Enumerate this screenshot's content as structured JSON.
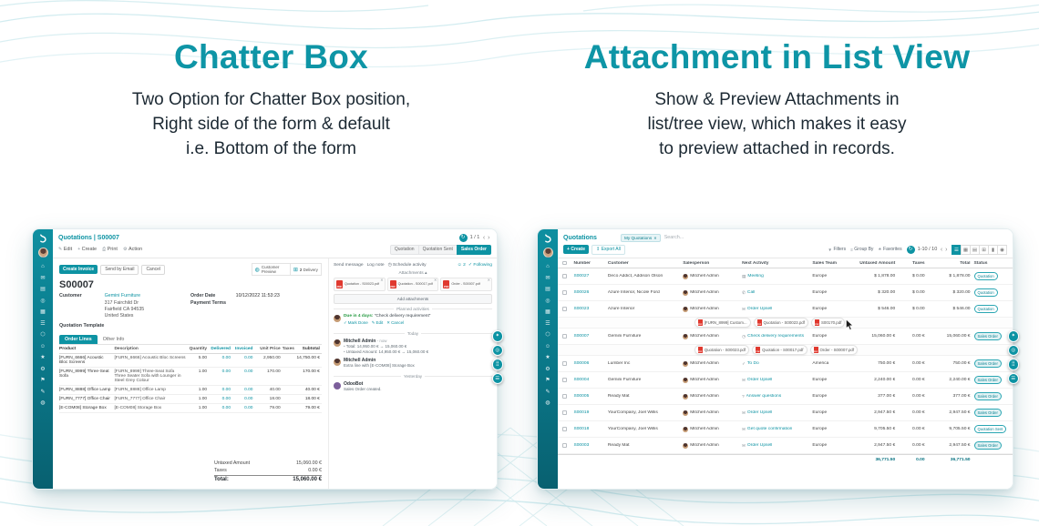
{
  "hero": {
    "left": {
      "title": "Chatter Box",
      "line1": "Two Option for Chatter Box position,",
      "line2": "Right side of the form & default",
      "line3": "i.e. Bottom of the form"
    },
    "right": {
      "title": "Attachment in List View",
      "line1": "Show & Preview Attachments in",
      "line2": "list/tree view, which makes it easy",
      "line3": "to preview attached in records."
    }
  },
  "colors": {
    "brand_teal": "#0e95a6",
    "sidebar_teal": "#0a7485",
    "pdf_red": "#e0392f"
  },
  "icons": {
    "refresh": "↻",
    "prev": "‹",
    "next": "›",
    "edit": "✎",
    "plus": "+",
    "print": "⎙",
    "gear": "⚙",
    "globe": "◍",
    "truck": "⊞",
    "clock": "◷",
    "check": "✓",
    "cross": "✕",
    "star": "★",
    "caret_up": "▴",
    "caret_down": "▾",
    "user": "☺",
    "pdf": "PDF",
    "close": "✕",
    "filter": "▼",
    "group": "≡",
    "export": "↥",
    "envelope": "✉"
  },
  "sidebar_icons": [
    {
      "name": "home-icon",
      "glyph": "⌂"
    },
    {
      "name": "discuss-icon",
      "glyph": "✉"
    },
    {
      "name": "calendar-icon",
      "glyph": "▤"
    },
    {
      "name": "crm-icon",
      "glyph": "◎"
    },
    {
      "name": "sales-icon",
      "glyph": "▦"
    },
    {
      "name": "dashboard-icon",
      "glyph": "☰"
    },
    {
      "name": "inventory-icon",
      "glyph": "⬡"
    },
    {
      "name": "contacts-icon",
      "glyph": "☺"
    },
    {
      "name": "favorites-icon",
      "glyph": "★"
    },
    {
      "name": "settings-icon",
      "glyph": "⚙"
    },
    {
      "name": "project-icon",
      "glyph": "⚑"
    },
    {
      "name": "notes-icon",
      "glyph": "✎"
    },
    {
      "name": "website-icon",
      "glyph": "◍"
    }
  ],
  "floating_buttons": [
    {
      "name": "bookmark-icon",
      "glyph": "✦"
    },
    {
      "name": "search-icon",
      "glyph": "◎"
    },
    {
      "name": "apps-icon",
      "glyph": "⣿"
    },
    {
      "name": "menu-icon",
      "glyph": "☰"
    }
  ],
  "form_app": {
    "breadcrumb": "Quotations | S00007",
    "pager": "1 / 1",
    "toolbar": {
      "edit": "Edit",
      "create": "Create",
      "print": "Print",
      "action": "Action"
    },
    "statusbar": {
      "s1": "Quotation",
      "s2": "Quotation Sent",
      "s3": "Sales Order"
    },
    "actions": {
      "create_invoice": "Create Invoice",
      "send_email": "Send by Email",
      "cancel": "Cancel"
    },
    "smart": {
      "preview": "Customer Preview",
      "delivery_count": "2",
      "delivery": "Delivery"
    },
    "record": {
      "name": "S00007",
      "customer_label": "Customer",
      "customer": "Gemini Furniture",
      "address": [
        "317 Fairchild Dr",
        "Fairfield CA 94535",
        "United States"
      ],
      "order_date_label": "Order Date",
      "order_date": "10/12/2022 11:53:23",
      "payment_terms_label": "Payment Terms",
      "template_label": "Quotation Template"
    },
    "tabs": {
      "t1": "Order Lines",
      "t2": "Other Info"
    },
    "grid": {
      "headers": [
        "Product",
        "Description",
        "Quantity",
        "Delivered",
        "Invoiced",
        "Unit Price",
        "Taxes",
        "Subtotal"
      ],
      "rows": [
        {
          "product": "[FURN_6666] Acoustic Bloc Screens",
          "desc": "[FURN_6666] Acoustic Bloc Screens",
          "qty": "5.00",
          "delivered": "0.00",
          "invoiced": "0.00",
          "price": "2,950.00",
          "taxes": "",
          "subtotal": "14,750.00 €"
        },
        {
          "product": "[FURN_8999] Three-Seat Sofa",
          "desc": "[FURN_8999] Three-Seat Sofa Three Seater Sofa with Lounger in Steel Grey Colour",
          "qty": "1.00",
          "delivered": "0.00",
          "invoiced": "0.00",
          "price": "170.00",
          "taxes": "",
          "subtotal": "170.00 €"
        },
        {
          "product": "[FURN_8888] Office Lamp",
          "desc": "[FURN_8888] Office Lamp",
          "qty": "1.00",
          "delivered": "0.00",
          "invoiced": "0.00",
          "price": "40.00",
          "taxes": "",
          "subtotal": "40.00 €"
        },
        {
          "product": "[FURN_7777] Office Chair",
          "desc": "[FURN_7777] Office Chair",
          "qty": "1.00",
          "delivered": "0.00",
          "invoiced": "0.00",
          "price": "18.00",
          "taxes": "",
          "subtotal": "18.00 €"
        },
        {
          "product": "[E-COM08] Storage Box",
          "desc": "[E-COM08] Storage Box",
          "qty": "1.00",
          "delivered": "0.00",
          "invoiced": "0.00",
          "price": "79.00",
          "taxes": "",
          "subtotal": "79.00 €"
        }
      ]
    },
    "totals": {
      "untaxed_label": "Untaxed Amount",
      "untaxed": "15,060.00 €",
      "taxes_label": "Taxes",
      "taxes": "0.00 €",
      "total_label": "Total:",
      "total": "15,060.00 €"
    },
    "chatter": {
      "send_message": "Send message",
      "log_note": "Log note",
      "schedule": "Schedule activity",
      "follower_count": "2",
      "following": "Following",
      "attachments_label": "Attachments",
      "attachments": [
        "Quotation - S00023.pdf",
        "Quotation - S00017.pdf",
        "Order - S00007.pdf"
      ],
      "add_attachments": "Add attachments",
      "planned_label": "Planned activities",
      "activity_due": "Due in 4 days:",
      "activity_name": "“Check delivery requirement”",
      "activity_actions": {
        "done": "Mark Done",
        "edit": "Edit",
        "cancel": "Cancel"
      },
      "today": "Today",
      "yesterday": "Yesterday",
      "msg1": {
        "author": "Mitchell Admin",
        "time": "- now",
        "line1": "Total: 14,950.00 € → 15,060.00 €",
        "line2": "Untaxed Amount: 14,950.00 € → 15,060.00 €"
      },
      "msg2": {
        "author": "Mitchell Admin",
        "time": "",
        "line1": "Extra line with [E-COM08] Storage Box"
      },
      "msg3": {
        "author": "OdooBot",
        "time": "",
        "line1": "Sales Order created."
      }
    }
  },
  "list_app": {
    "breadcrumb": "Quotations",
    "search": {
      "facet": "My Quotations",
      "placeholder": "Search..."
    },
    "buttons": {
      "create": "Create",
      "export": "Export All"
    },
    "controls": {
      "filters": "Filters",
      "group_by": "Group By",
      "favorites": "Favorites"
    },
    "pager": "1-10 / 10",
    "views": [
      {
        "name": "list-view-icon",
        "glyph": "☰",
        "cls": "active"
      },
      {
        "name": "kanban-view-icon",
        "glyph": "▦",
        "cls": ""
      },
      {
        "name": "calendar-view-icon",
        "glyph": "▤",
        "cls": ""
      },
      {
        "name": "pivot-view-icon",
        "glyph": "⊞",
        "cls": ""
      },
      {
        "name": "graph-view-icon",
        "glyph": "▮",
        "cls": ""
      },
      {
        "name": "map-view-icon",
        "glyph": "◉",
        "cls": ""
      }
    ],
    "headers": {
      "number": "Number",
      "customer": "Customer",
      "salesperson": "Salesperson",
      "activity": "Next Activity",
      "team": "Sales Team",
      "untaxed": "Untaxed Amount",
      "taxes": "Taxes",
      "total": "Total",
      "status": "Status"
    },
    "rows_a": [
      {
        "number": "S00027",
        "customer": "Deco Addict, Addison Olson",
        "salesperson": "Mitchell Admin",
        "activity_icon_name": "calendar-icon",
        "activity_icon": "▤",
        "activity": "Meeting",
        "team": "Europe",
        "untaxed": "$ 1,878.00",
        "taxes": "$ 0.00",
        "total": "$ 1,878.00",
        "status": "Quotation",
        "status_class": "st-quotation"
      },
      {
        "number": "S00026",
        "customer": "Azure Interior, Nicole Ford",
        "salesperson": "Mitchell Admin",
        "activity_icon_name": "phone-icon",
        "activity_icon": "✆",
        "activity": "Call",
        "team": "Europe",
        "untaxed": "$ 320.00",
        "taxes": "$ 0.00",
        "total": "$ 320.00",
        "status": "Quotation",
        "status_class": "st-quotation"
      },
      {
        "number": "S00023",
        "customer": "Azure Interior",
        "salesperson": "Mitchell Admin",
        "activity_icon_name": "email-icon",
        "activity_icon": "✉",
        "activity": "Order Upsell",
        "team": "Europe",
        "untaxed": "$ 546.00",
        "taxes": "$ 0.00",
        "total": "$ 546.00",
        "status": "Quotation",
        "status_class": "st-quotation"
      }
    ],
    "attach_a": [
      "[FURN_8999] Custom...",
      "Quotation - S00023.pdf",
      "S00170.pdf"
    ],
    "rows_b": [
      {
        "number": "S00007",
        "customer": "Gemini Furniture",
        "salesperson": "Mitchell Admin",
        "activity_icon_name": "clock-icon",
        "activity_icon": "◷",
        "activity": "Check delivery requirements",
        "team": "Europe",
        "untaxed": "15,060.00 €",
        "taxes": "0.00 €",
        "total": "15,060.00 €",
        "status": "Sales Order",
        "status_class": "st-sale"
      }
    ],
    "attach_b": [
      "Quotation - S00023.pdf",
      "Quotation - S00017.pdf",
      "Order - S00007.pdf"
    ],
    "rows_c": [
      {
        "number": "S00006",
        "customer": "Lumber Inc",
        "salesperson": "Mitchell Admin",
        "activity_icon_name": "todo-icon",
        "activity_icon": "✓",
        "activity": "To Do",
        "team": "America",
        "untaxed": "750.00 €",
        "taxes": "0.00 €",
        "total": "750.00 €",
        "status": "Sales Order",
        "status_class": "st-sale"
      },
      {
        "number": "S00004",
        "customer": "Gemini Furniture",
        "salesperson": "Mitchell Admin",
        "activity_icon_name": "email-icon",
        "activity_icon": "✉",
        "activity": "Order Upsell",
        "team": "Europe",
        "untaxed": "2,240.00 €",
        "taxes": "0.00 €",
        "total": "2,240.00 €",
        "status": "Sales Order",
        "status_class": "st-sale"
      },
      {
        "number": "S00005",
        "customer": "Ready Mat",
        "salesperson": "Mitchell Admin",
        "activity_icon_name": "question-icon",
        "activity_icon": "?",
        "activity": "Answer questions",
        "team": "Europe",
        "untaxed": "377.00 €",
        "taxes": "0.00 €",
        "total": "377.00 €",
        "status": "Sales Order",
        "status_class": "st-sale"
      },
      {
        "number": "S00019",
        "customer": "YourCompany, Joel Willis",
        "salesperson": "Mitchell Admin",
        "activity_icon_name": "email-icon",
        "activity_icon": "✉",
        "activity": "Order Upsell",
        "team": "Europe",
        "untaxed": "2,947.50 €",
        "taxes": "0.00 €",
        "total": "2,947.50 €",
        "status": "Sales Order",
        "status_class": "st-sale"
      },
      {
        "number": "S00018",
        "customer": "YourCompany, Joel Willis",
        "salesperson": "Mitchell Admin",
        "activity_icon_name": "email-icon",
        "activity_icon": "✉",
        "activity": "Get quote confirmation",
        "team": "Europe",
        "untaxed": "9,705.50 €",
        "taxes": "0.00 €",
        "total": "9,705.50 €",
        "status": "Quotation Sent",
        "status_class": "st-sent"
      },
      {
        "number": "S00003",
        "customer": "Ready Mat",
        "salesperson": "Mitchell Admin",
        "activity_icon_name": "email-icon",
        "activity_icon": "✉",
        "activity": "Order Upsell",
        "team": "Europe",
        "untaxed": "2,947.50 €",
        "taxes": "0.00 €",
        "total": "2,947.50 €",
        "status": "Sales Order",
        "status_class": "st-sale"
      }
    ],
    "footer": {
      "untaxed": "36,771.50",
      "taxes": "0.00",
      "total": "36,771.50"
    }
  }
}
